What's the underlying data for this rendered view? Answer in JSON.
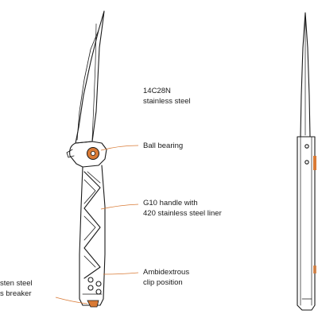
{
  "callouts": {
    "blade_steel": [
      "14C28N",
      "stainless steel"
    ],
    "pivot": [
      "Ball bearing"
    ],
    "handle": [
      "G10 handle with",
      "420 stainless steel  liner"
    ],
    "clip": [
      "Ambidextrous",
      "clip position"
    ],
    "tip": [
      "sten steel",
      "s breaker"
    ]
  },
  "colors": {
    "outline": "#1a1a1a",
    "accent": "#d97a35",
    "leader": "#d97a35"
  }
}
